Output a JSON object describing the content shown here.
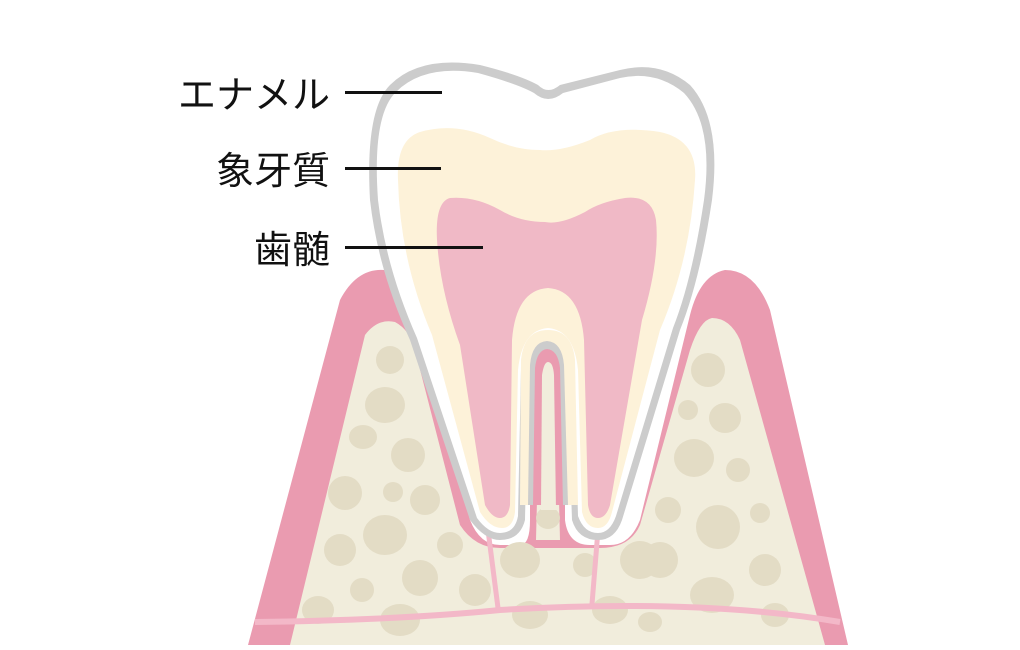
{
  "diagram": {
    "title": "tooth cross-section",
    "labels": [
      {
        "text": "エナメル",
        "target": "enamel"
      },
      {
        "text": "象牙質",
        "target": "dentin"
      },
      {
        "text": "歯髄",
        "target": "pulp"
      }
    ],
    "colors": {
      "background": "#ffffff",
      "enamel_outline": "#cccccc",
      "enamel_fill": "#ffffff",
      "dentin": "#fdf2d9",
      "pulp": "#f0b9c6",
      "gum": "#ea9bb0",
      "bone": "#f1eddc",
      "bone_spots": "#e3dcc5",
      "nerve": "#f3b8c8",
      "label_text": "#111111"
    }
  }
}
